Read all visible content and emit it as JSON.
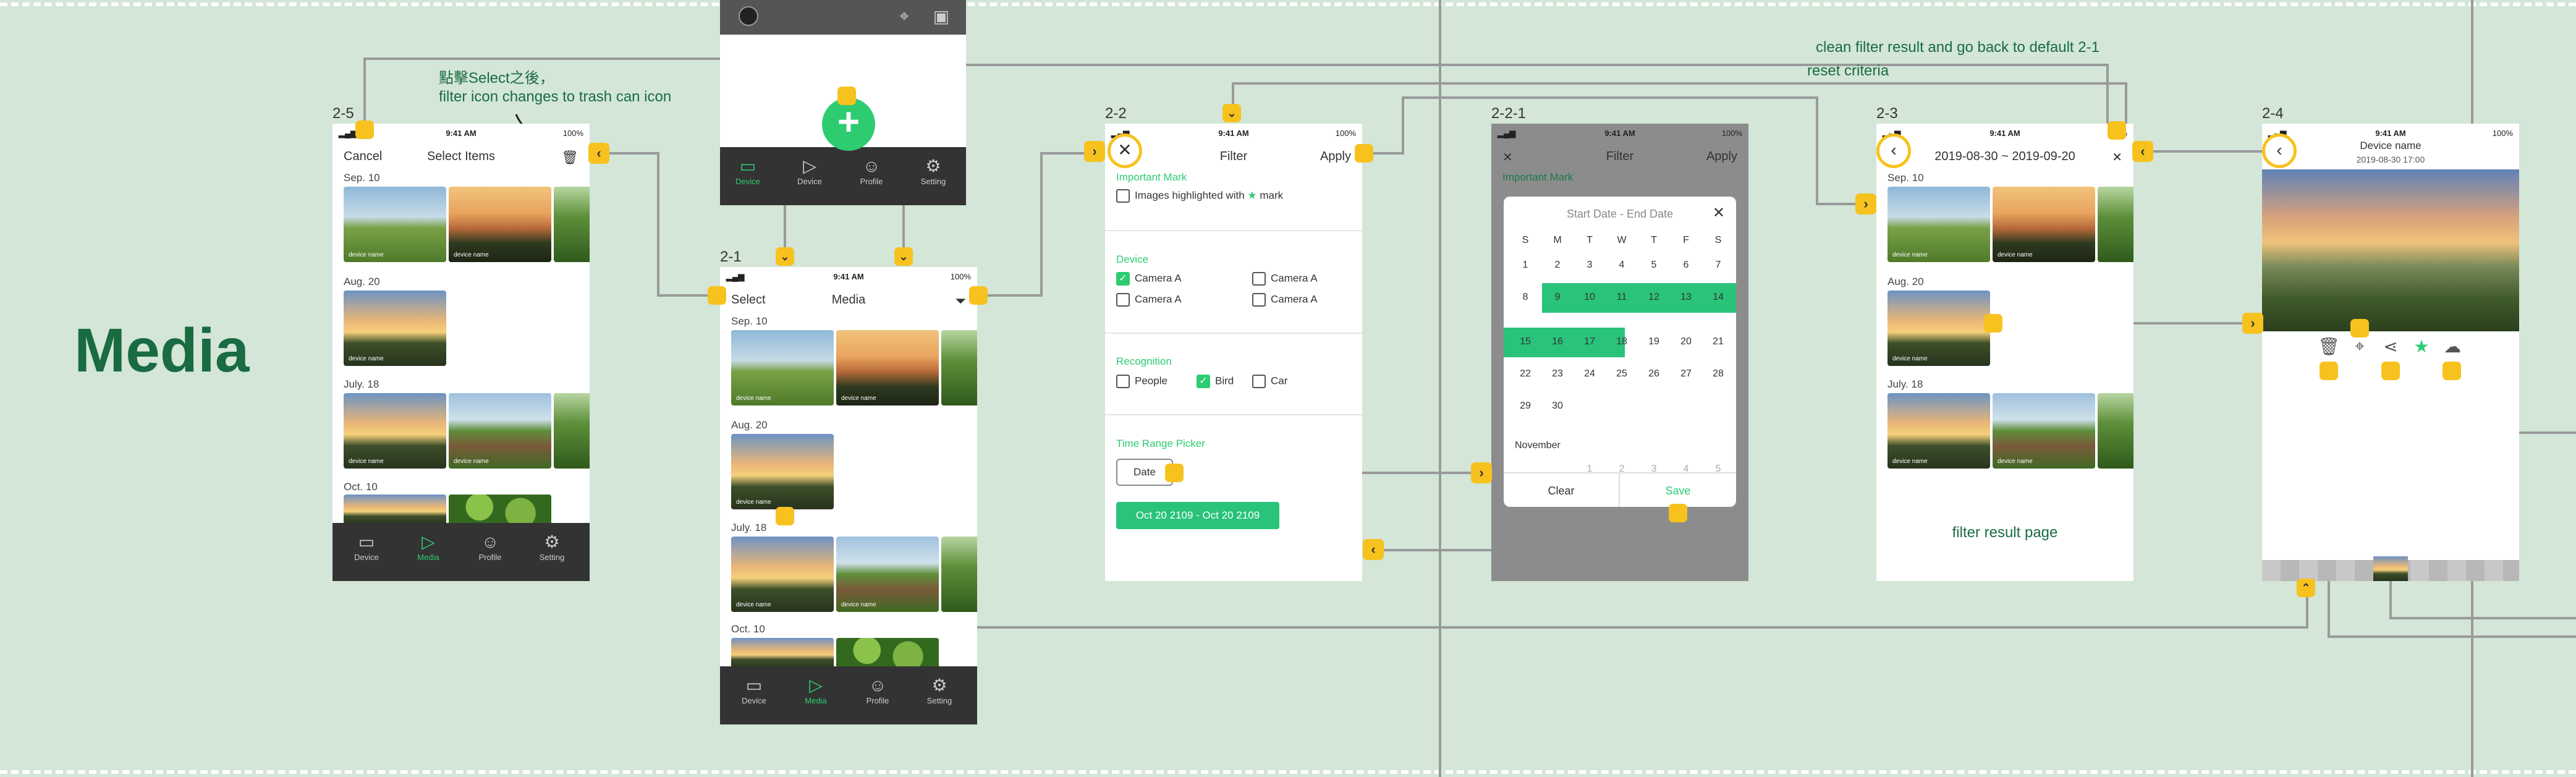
{
  "section_title": "Media",
  "notes": {
    "select_note_line1": "點擊Select之後，",
    "select_note_line2": "filter icon changes to trash can icon",
    "clean_filter": "clean filter result and go back to default 2-1",
    "reset_criteria": "reset criteria",
    "filter_result_page": "filter result page"
  },
  "status": {
    "time": "9:41 AM",
    "battery": "100%"
  },
  "tabs": {
    "device": "Device",
    "media": "Media",
    "profile": "Profile",
    "setting": "Setting"
  },
  "s25": {
    "label": "2-5",
    "cancel": "Cancel",
    "title": "Select Items",
    "dates": [
      "Sep. 10",
      "Aug. 20",
      "July. 18",
      "Oct. 10"
    ],
    "device_name": "device name"
  },
  "s21": {
    "label": "2-1",
    "select": "Select",
    "title": "Media",
    "dates": [
      "Sep. 10",
      "Aug. 20",
      "July. 18",
      "Oct. 10"
    ],
    "device_name": "device name"
  },
  "s22": {
    "label": "2-2",
    "title": "Filter",
    "apply": "Apply",
    "important_mark": "Important Mark",
    "important_text": "Images highlighted with",
    "mark": "mark",
    "device": "Device",
    "camera_a": "Camera A",
    "recognition": "Recognition",
    "people": "People",
    "bird": "Bird",
    "car": "Car",
    "time_range_picker": "Time Range Picker",
    "date_btn": "Date",
    "range": "Oct 20 2109 - Oct 20 2109"
  },
  "s221": {
    "label": "2-2-1",
    "title": "Filter",
    "apply": "Apply",
    "important_mark": "Important Mark",
    "cal_title": "Start Date - End Date",
    "weekdays": [
      "S",
      "M",
      "T",
      "W",
      "T",
      "F",
      "S"
    ],
    "rows": [
      [
        "1",
        "2",
        "3",
        "4",
        "5",
        "6",
        "7"
      ],
      [
        "8",
        "9",
        "10",
        "11",
        "12",
        "13",
        "14"
      ],
      [
        "15",
        "16",
        "17",
        "18",
        "19",
        "20",
        "21"
      ],
      [
        "22",
        "23",
        "24",
        "25",
        "26",
        "27",
        "28"
      ],
      [
        "29",
        "30",
        "",
        "",
        "",
        "",
        ""
      ]
    ],
    "next_month": "November",
    "next_row": [
      "",
      "",
      "1",
      "2",
      "3",
      "4",
      "5"
    ],
    "clear": "Clear",
    "save": "Save"
  },
  "s23": {
    "label": "2-3",
    "title": "2019-08-30 ~ 2019-09-20",
    "dates": [
      "Sep. 10",
      "Aug. 20",
      "July. 18"
    ],
    "device_name": "device name"
  },
  "s24": {
    "label": "2-4",
    "device_name": "Device name",
    "timestamp": "2019-08-30 17:00"
  },
  "colors": {
    "background": "#d3e6d7",
    "accent": "#2ecc71",
    "connector": "#f7c21e",
    "title": "#1a6b42"
  }
}
